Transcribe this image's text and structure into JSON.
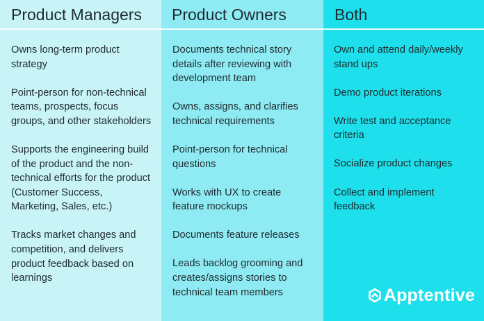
{
  "columns": [
    {
      "title": "Product Managers",
      "items": [
        "Owns long-term product strategy",
        "Point-person for non-technical teams, prospects, focus groups, and other stakeholders",
        "Supports the engineering build of the product and the non-technical efforts for the product (Customer Success, Marketing, Sales, etc.)",
        "Tracks market changes and competition, and delivers product feedback based on learnings"
      ]
    },
    {
      "title": "Product Owners",
      "items": [
        "Documents technical story details after reviewing with development team",
        "Owns, assigns, and clarifies technical requirements",
        "Point-person for technical questions",
        "Works with UX to create feature mockups",
        "Documents feature releases",
        "Leads backlog grooming and creates/assigns stories to technical team members"
      ]
    },
    {
      "title": "Both",
      "items": [
        "Own and attend daily/weekly stand ups",
        "Demo product iterations",
        "Write test and acceptance criteria",
        "Socialize product changes",
        "Collect and implement feedback"
      ]
    }
  ],
  "brand": {
    "name": "Apptentive",
    "icon": "apptentive-logo-icon"
  },
  "colors": {
    "col1_bg": "#c8f4f8",
    "col2_bg": "#8eebf3",
    "col3_bg": "#1ee0ec",
    "logo": "#ffffff"
  }
}
